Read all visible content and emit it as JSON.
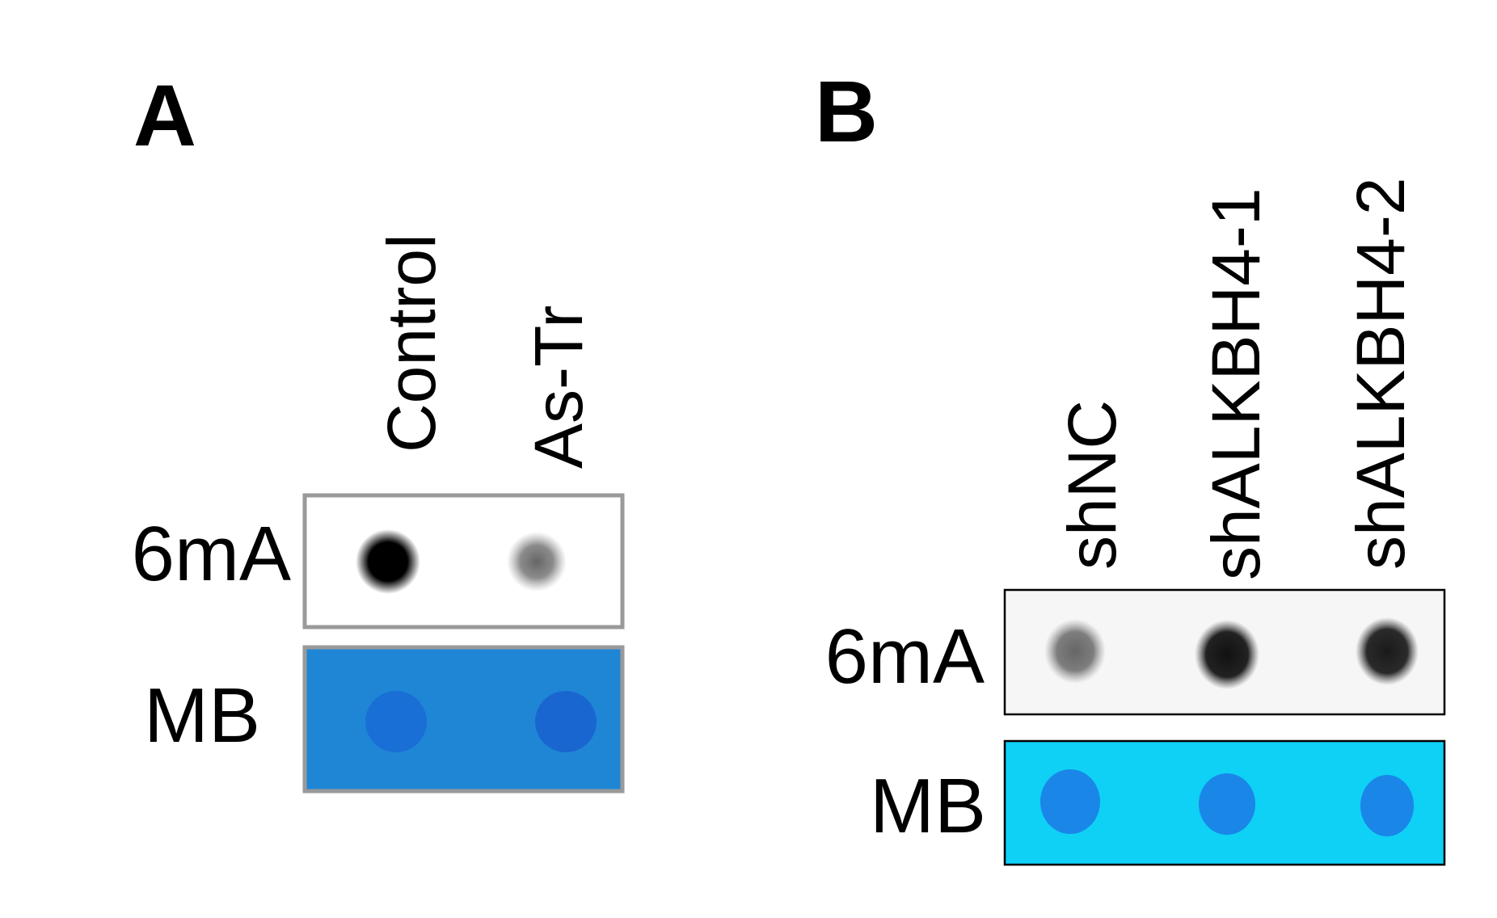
{
  "panels": [
    {
      "letter": "A",
      "samples": [
        "Control",
        "As-Tr"
      ],
      "rows": [
        {
          "label": "6mA",
          "color": "#000000",
          "intensity": [
            1.0,
            0.5
          ]
        },
        {
          "label": "MB",
          "color": "#1a6fd6",
          "background": "#1f86d6",
          "intensity": [
            0.75,
            0.8
          ]
        }
      ],
      "border_color": "#9a9a9a"
    },
    {
      "letter": "B",
      "samples": [
        "shNC",
        "shALKBH4-1",
        "shALKBH4-2"
      ],
      "rows": [
        {
          "label": "6mA",
          "color": "#000000",
          "intensity": [
            0.5,
            0.9,
            0.85
          ]
        },
        {
          "label": "MB",
          "color": "#1a86e8",
          "background": "#0fd0f5",
          "intensity": [
            0.9,
            0.9,
            0.85
          ]
        }
      ],
      "border_color": "#000000"
    }
  ]
}
